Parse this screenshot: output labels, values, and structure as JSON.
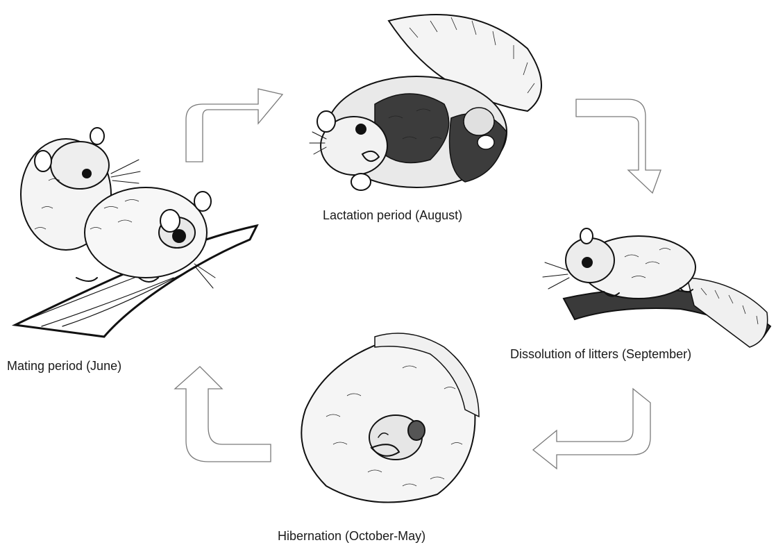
{
  "diagram": {
    "stages": {
      "lactation": {
        "label": "Lactation period (August)"
      },
      "dissolution": {
        "label": "Dissolution of litters (September)"
      },
      "hibernation": {
        "label": "Hibernation (October-May)"
      },
      "mating": {
        "label": "Mating period (June)"
      }
    },
    "colors": {
      "ink": "#111111",
      "arrow_outline": "#7a7a7a",
      "background": "#ffffff"
    }
  }
}
